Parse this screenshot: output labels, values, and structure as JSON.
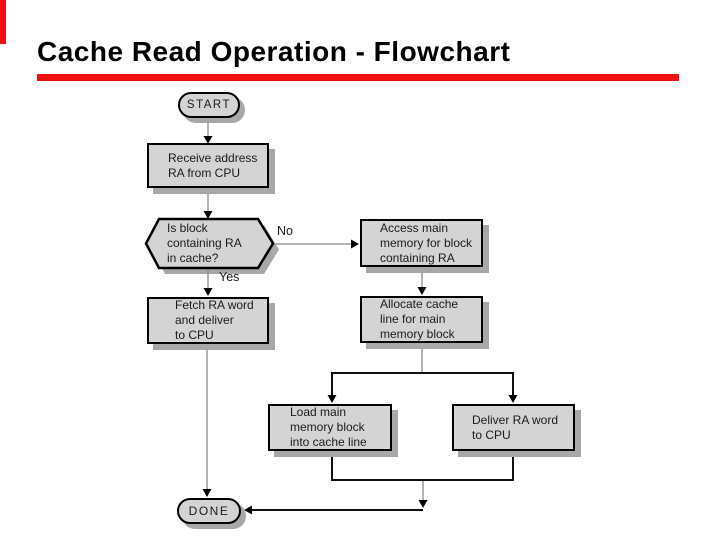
{
  "slide": {
    "title": "Cache Read Operation - Flowchart"
  },
  "colors": {
    "accent_red": "#ee1010",
    "shape_fill": "#d4d4d4",
    "shape_border": "#000000",
    "shape_shadow": "#a8a8a8",
    "connector_gray": "#8a8a8a",
    "connector_black": "#111111",
    "text": "#1a1a1a"
  },
  "flowchart": {
    "nodes": {
      "start": {
        "type": "terminator",
        "label": "START"
      },
      "receive": {
        "type": "process",
        "label": "Receive address\nRA from CPU"
      },
      "decision": {
        "type": "decision",
        "label": "Is block\ncontaining RA\nin cache?"
      },
      "access": {
        "type": "process",
        "label": "Access main\nmemory for block\ncontaining RA"
      },
      "fetch": {
        "type": "process",
        "label": "Fetch RA word\nand deliver\nto CPU"
      },
      "allocate": {
        "type": "process",
        "label": "Allocate cache\nline for main\nmemory block"
      },
      "load": {
        "type": "process",
        "label": "Load main\nmemory block\ninto cache line"
      },
      "deliver": {
        "type": "process",
        "label": "Deliver RA word\nto CPU"
      },
      "done": {
        "type": "terminator",
        "label": "DONE"
      }
    },
    "edge_labels": {
      "no": "No",
      "yes": "Yes"
    }
  }
}
